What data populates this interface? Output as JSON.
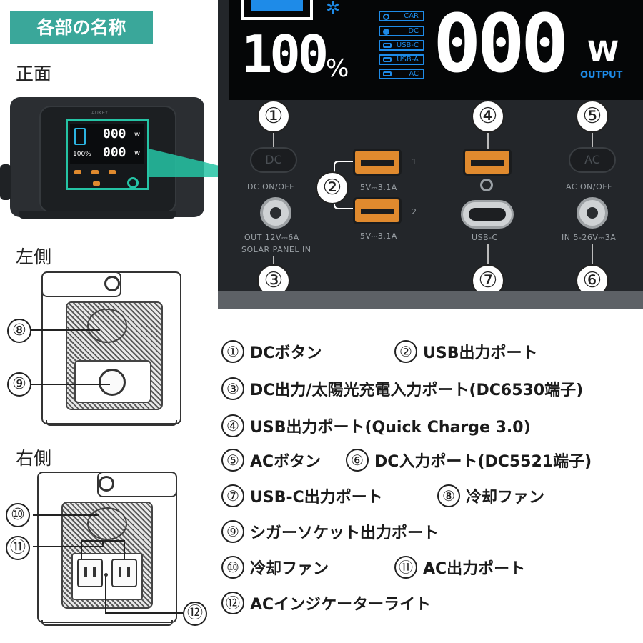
{
  "header": {
    "title": "各部の名称"
  },
  "views": {
    "front": "正面",
    "left": "左側",
    "right": "右側"
  },
  "screen": {
    "battery_percent": "100",
    "percent_sign": "%",
    "output_value": "000",
    "output_unit": "W",
    "output_label": "OUTPUT",
    "modes": [
      "CAR",
      "DC",
      "USB-C",
      "USB-A",
      "AC"
    ]
  },
  "front_thumb": {
    "brand": "AUKEY",
    "reading_top": "000",
    "reading_bottom": "000",
    "percent": "100%",
    "unit": "w"
  },
  "panel": {
    "dc_button": "DC",
    "dc_label": "DC ON/OFF",
    "dc_out_label1": "OUT 12V⎓6A",
    "dc_out_label2": "SOLAR PANEL IN",
    "usb1_label": "5V⎓3.1A",
    "usb1_index": "1",
    "usb2_label": "5V⎓3.1A",
    "usb2_index": "2",
    "usbc_label": "USB-C",
    "ac_button": "AC",
    "ac_label": "AC ON/OFF",
    "dc_in_label": "IN 5-26V⎓3A"
  },
  "markers": {
    "m1": "①",
    "m2": "②",
    "m3": "③",
    "m4": "④",
    "m5": "⑤",
    "m6": "⑥",
    "m7": "⑦",
    "m8": "⑧",
    "m9": "⑨",
    "m10": "⑩",
    "m11": "⑪",
    "m12": "⑫"
  },
  "legend": [
    {
      "num": "①",
      "text": "DCボタン"
    },
    {
      "num": "②",
      "text": "USB出力ポート"
    },
    {
      "num": "③",
      "text": "DC出力/太陽光充電入力ポート(DC6530端子)"
    },
    {
      "num": "④",
      "text": "USB出力ポート(Quick Charge 3.0)"
    },
    {
      "num": "⑤",
      "text": "ACボタン"
    },
    {
      "num": "⑥",
      "text": "DC入力ポート(DC5521端子)"
    },
    {
      "num": "⑦",
      "text": "USB-C出力ポート"
    },
    {
      "num": "⑧",
      "text": "冷却ファン"
    },
    {
      "num": "⑨",
      "text": "シガーソケット出力ポート"
    },
    {
      "num": "⑩",
      "text": "冷却ファン"
    },
    {
      "num": "⑪",
      "text": "AC出力ポート"
    },
    {
      "num": "⑫",
      "text": "ACインジケーターライト"
    }
  ],
  "colors": {
    "accent": "#3aa79a",
    "screen_blue": "#1e8be8",
    "usb_orange": "#e08a2e"
  }
}
